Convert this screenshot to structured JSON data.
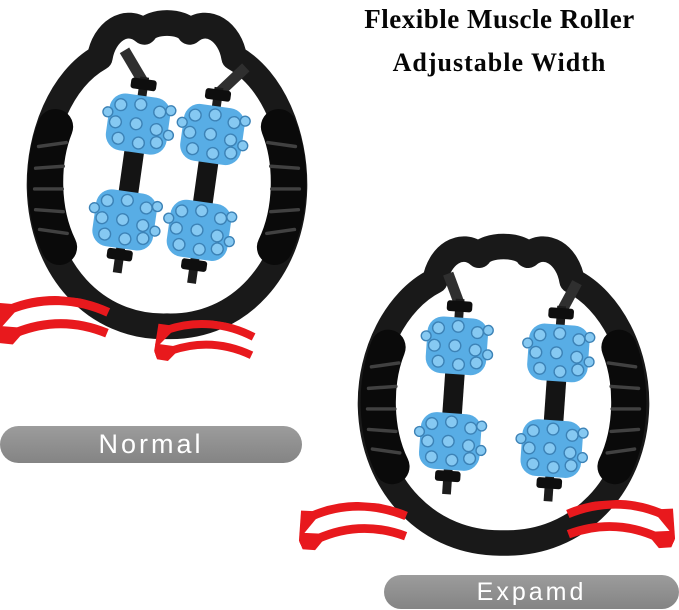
{
  "header": {
    "title_line1": "Flexible Muscle Roller",
    "title_line2": "Adjustable Width"
  },
  "variants": {
    "normal": {
      "label": "Normal"
    },
    "expanded": {
      "label": "Expamd"
    }
  },
  "icons": {
    "motion_arrow": "red-curved-double-arrow",
    "device": "four-wheel-muscle-roller-clamp"
  },
  "colors": {
    "background": "#ffffff",
    "frame_black": "#191919",
    "roller_blue": "#58ade5",
    "roller_bump_blue": "#86c9f2",
    "arrow_red": "#e8191d",
    "caption_bar_gray": "#8f8f8f",
    "caption_text": "#ffffff",
    "title_text": "#060606"
  }
}
